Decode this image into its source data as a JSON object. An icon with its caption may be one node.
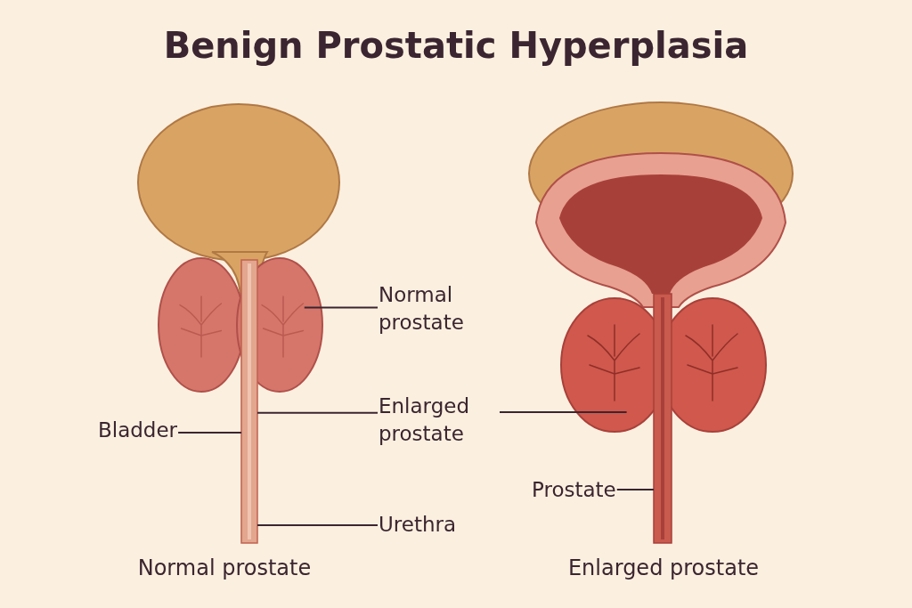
{
  "diagram": {
    "title": "Benign Prostatic Hyperplasia",
    "nodes": [
      {
        "text": [
          "Normal prostate"
        ]
      },
      {
        "text": [],
        "shape": "picture"
      },
      {
        "text": [
          "Enlarged prostate"
        ]
      },
      {
        "text": [],
        "shape": "picture"
      },
      {
        "text": [],
        "shape": "picture"
      },
      {
        "text": [
          "Bladder"
        ]
      },
      {
        "text": [
          "Urethra"
        ]
      },
      {
        "text": [
          "Prostate"
        ]
      },
      {
        "text": [],
        "shape": "picture"
      }
    ],
    "edges": [
      {
        "from": 0,
        "to": 1,
        "arrow": "none"
      },
      {
        "from": 2,
        "to": 3,
        "arrow": "none"
      },
      {
        "from": 2,
        "to": 4,
        "arrow": "none"
      },
      {
        "from": 5,
        "to": 3,
        "arrow": "none"
      },
      {
        "from": 6,
        "to": 3,
        "arrow": "none"
      },
      {
        "from": 7,
        "to": 8,
        "arrow": "none"
      }
    ],
    "labels": [
      "Normal prostate",
      "Enlarged prostate"
    ]
  }
}
